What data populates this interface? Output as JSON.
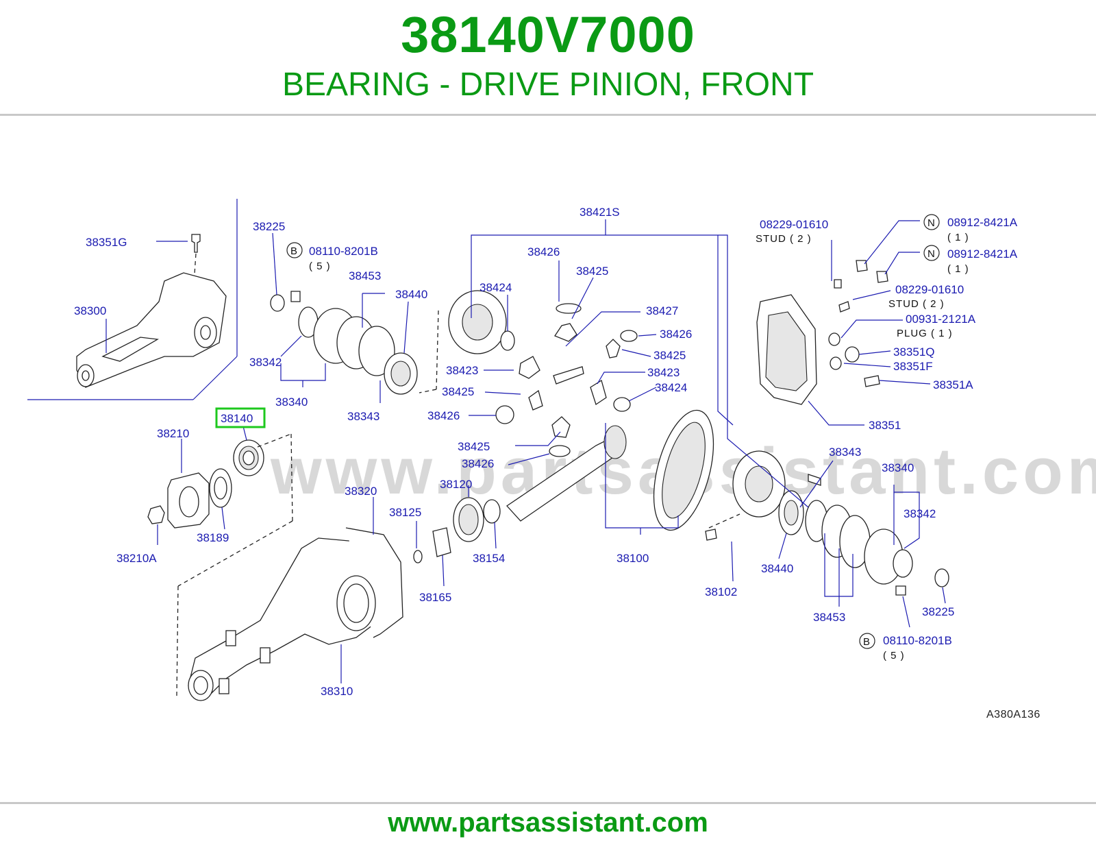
{
  "header": {
    "part_number": "38140V7000",
    "description": "BEARING - DRIVE PINION, FRONT"
  },
  "watermark": "www.partsassistant.com",
  "footer": {
    "url": "www.partsassistant.com"
  },
  "diagram_code": "A380A136",
  "highlight_color": "#1ec81e",
  "title_color": "#0a9a14",
  "callouts": {
    "c38351G": "38351G",
    "c38300": "38300",
    "c38225a": "38225",
    "c08110a": "08110-8201B",
    "c08110a_qty": "( 5 )",
    "c38453a": "38453",
    "c38440a": "38440",
    "c38342a": "38342",
    "c38340a": "38340",
    "c38343a": "38343",
    "c38421S": "38421S",
    "c38426a": "38426",
    "c38425a": "38425",
    "c38424a": "38424",
    "c38427": "38427",
    "c38426b": "38426",
    "c38425b": "38425",
    "c38423a": "38423",
    "c38423b": "38423",
    "c38425c": "38425",
    "c38424b": "38424",
    "c38426c": "38426",
    "c38425d": "38425",
    "c38426d": "38426",
    "c08229a": "08229-01610",
    "c08229a_note": "STUD ( 2 )",
    "c08912a": "08912-8421A",
    "c08912a_qty": "( 1 )",
    "c08912b": "08912-8421A",
    "c08912b_qty": "( 1 )",
    "c08229b": "08229-01610",
    "c08229b_note": "STUD ( 2 )",
    "c00931": "00931-2121A",
    "c00931_note": "PLUG ( 1 )",
    "c38351Q": "38351Q",
    "c38351F": "38351F",
    "c38351A": "38351A",
    "c38351": "38351",
    "c38140": "38140",
    "c38210": "38210",
    "c38189": "38189",
    "c38210A": "38210A",
    "c38320": "38320",
    "c38125": "38125",
    "c38120": "38120",
    "c38165": "38165",
    "c38154": "38154",
    "c38310": "38310",
    "c38100": "38100",
    "c38102": "38102",
    "c38343b": "38343",
    "c38440b": "38440",
    "c38340b": "38340",
    "c38342b": "38342",
    "c38453b": "38453",
    "c38225b": "38225",
    "c08110b": "08110-8201B",
    "c08110b_qty": "( 5 )"
  },
  "markers": {
    "b1": "B",
    "b2": "B",
    "n1": "N",
    "n2": "N"
  }
}
